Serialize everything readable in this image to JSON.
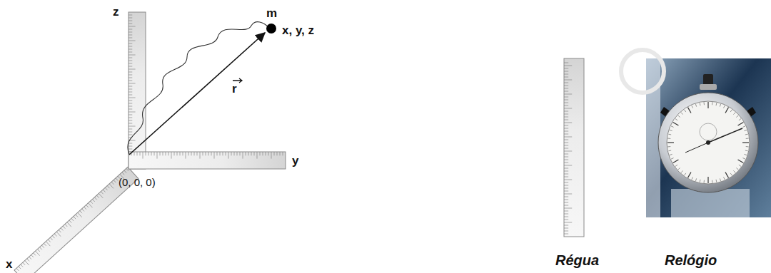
{
  "diagram": {
    "labels": [
      "z",
      "m",
      "x, y, z",
      "r",
      "y",
      "(0, 0, 0)",
      "x",
      "Régua",
      "Relógio"
    ]
  }
}
